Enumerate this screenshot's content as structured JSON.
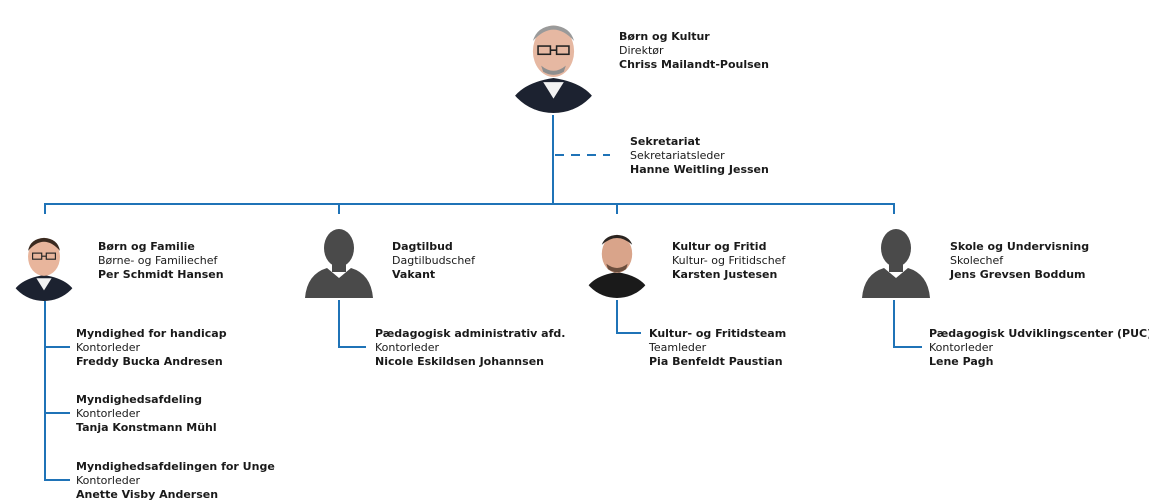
{
  "colors": {
    "line": "#1f73b7",
    "silhouette": "#4a4a4a",
    "suit": "#1c2230",
    "skin": "#e6b8a2"
  },
  "director": {
    "title": "Børn og Kultur",
    "role": "Direktør",
    "name": "Chriss Mailandt-Poulsen",
    "icon": "photo-person-icon"
  },
  "secretariat": {
    "title": "Sekretariat",
    "role": "Sekretariatsleder",
    "name": "Hanne Weitling Jessen"
  },
  "departments": [
    {
      "title": "Børn og Familie",
      "role": "Børne- og Familiechef",
      "name": "Per Schmidt Hansen",
      "icon": "photo-person-icon",
      "units": [
        {
          "title": "Myndighed for handicap",
          "role": "Kontorleder",
          "name": "Freddy Bucka Andresen"
        },
        {
          "title": "Myndighedsafdeling",
          "role": "Kontorleder",
          "name": "Tanja Konstmann Mühl"
        },
        {
          "title": "Myndighedsafdelingen for Unge",
          "role": "Kontorleder",
          "name": "Anette Visby Andersen"
        }
      ]
    },
    {
      "title": "Dagtilbud",
      "role": "Dagtilbudschef",
      "name": "Vakant",
      "icon": "silhouette-icon",
      "units": [
        {
          "title": "Pædagogisk administrativ afd.",
          "role": "Kontorleder",
          "name": "Nicole Eskildsen Johannsen"
        }
      ]
    },
    {
      "title": "Kultur og Fritid",
      "role": "Kultur- og Fritidschef",
      "name": "Karsten Justesen",
      "icon": "photo-person-icon",
      "units": [
        {
          "title": "Kultur- og Fritidsteam",
          "role": "Teamleder",
          "name": "Pia Benfeldt Paustian"
        }
      ]
    },
    {
      "title": "Skole og Undervisning",
      "role": "Skolechef",
      "name": "Jens Grevsen Boddum",
      "icon": "silhouette-icon",
      "units": [
        {
          "title": "Pædagogisk Udviklingscenter (PUC)",
          "role": "Kontorleder",
          "name": "Lene Pagh"
        }
      ]
    }
  ]
}
